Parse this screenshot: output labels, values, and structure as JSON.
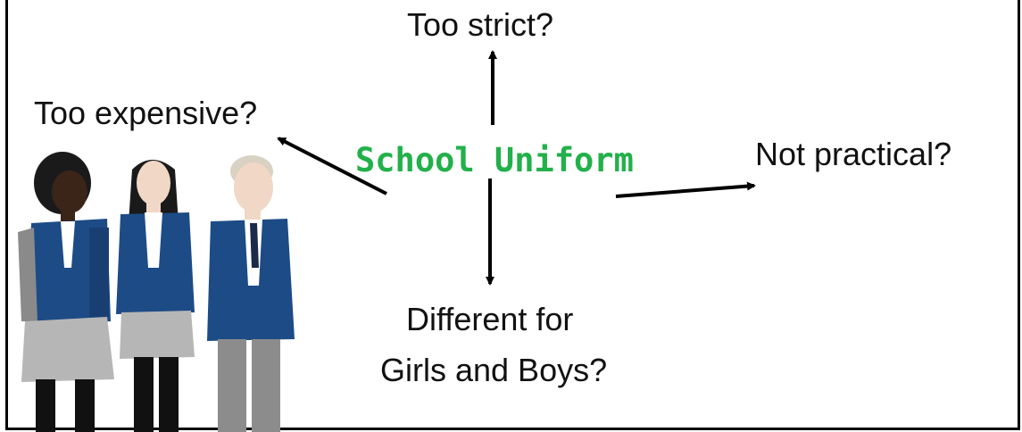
{
  "diagram": {
    "center": {
      "text": "School Uniform",
      "color": "#22b04a"
    },
    "branches": [
      {
        "id": "top",
        "text": "Too strict?"
      },
      {
        "id": "left",
        "text": "Too expensive?"
      },
      {
        "id": "right",
        "text": "Not practical?"
      },
      {
        "id": "bottom_line1",
        "text": "Different for"
      },
      {
        "id": "bottom_line2",
        "text": "Girls and Boys?"
      }
    ]
  },
  "illustration": {
    "subject": "three students in school uniform",
    "colors": {
      "blazer": "#1d4b86",
      "skirt": "#b6b6b6",
      "trousers": "#8c8c8c",
      "skin_dark": "#3b2418",
      "skin_light": "#f1d7c6",
      "hair_dark": "#1a1a1a",
      "hair_blond": "#d9d1c2"
    }
  }
}
